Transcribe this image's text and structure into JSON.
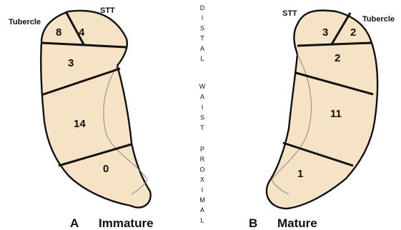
{
  "colors": {
    "fill": "#f6e2c4",
    "stroke": "#111111",
    "inner_line": "#888888"
  },
  "axis_labels": {
    "distal": [
      "D",
      "I",
      "S",
      "T",
      "A",
      "L"
    ],
    "waist": [
      "W",
      "A",
      "I",
      "S",
      "T"
    ],
    "proximal": [
      "P",
      "R",
      "O",
      "X",
      "I",
      "M",
      "A",
      "L"
    ]
  },
  "panel_a": {
    "letter": "A",
    "caption": "Immature",
    "tubercle_label": "Tubercle",
    "stt_label": "STT",
    "regions": {
      "tubercle": "8",
      "stt": "4",
      "distal": "3",
      "waist": "14",
      "proximal": "0"
    }
  },
  "panel_b": {
    "letter": "B",
    "caption": "Mature",
    "tubercle_label": "Tubercle",
    "stt_label": "STT",
    "regions": {
      "tubercle": "2",
      "stt": "3",
      "distal": "2",
      "waist": "11",
      "proximal": "1"
    }
  }
}
